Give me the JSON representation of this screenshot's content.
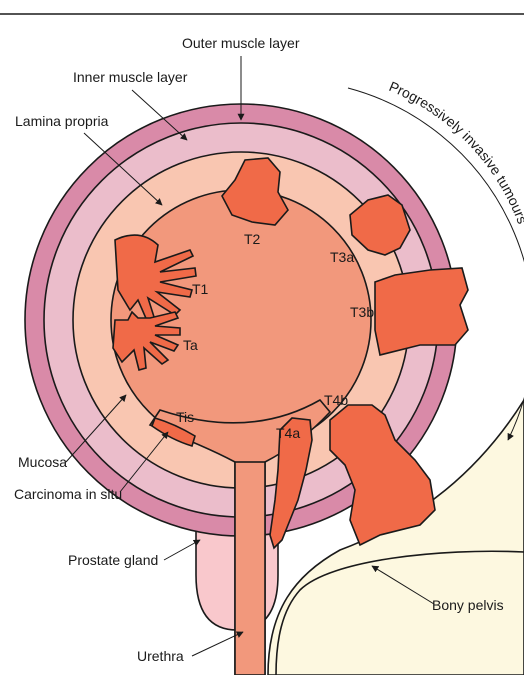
{
  "labels": {
    "outer_muscle": "Outer muscle layer",
    "inner_muscle": "Inner muscle layer",
    "lamina_propria": "Lamina propria",
    "mucosa": "Mucosa",
    "carcinoma_in_situ": "Carcinoma in situ",
    "prostate_gland": "Prostate gland",
    "urethra": "Urethra",
    "bony_pelvis": "Bony pelvis",
    "progression": "Progressively invasive tumours"
  },
  "stages": {
    "tis": "Tis",
    "ta": "Ta",
    "t1": "T1",
    "t2": "T2",
    "t3a": "T3a",
    "t3b": "T3b",
    "t4a": "T4a",
    "t4b": "T4b"
  },
  "colors": {
    "outer_muscle": "#d98aa8",
    "inner_muscle": "#ebbdcb",
    "lamina_propria": "#f9c6b1",
    "lumen": "#f2987c",
    "tumour": "#f06a48",
    "prostate": "#f9c8cc",
    "bone": "#fdf8e0"
  }
}
